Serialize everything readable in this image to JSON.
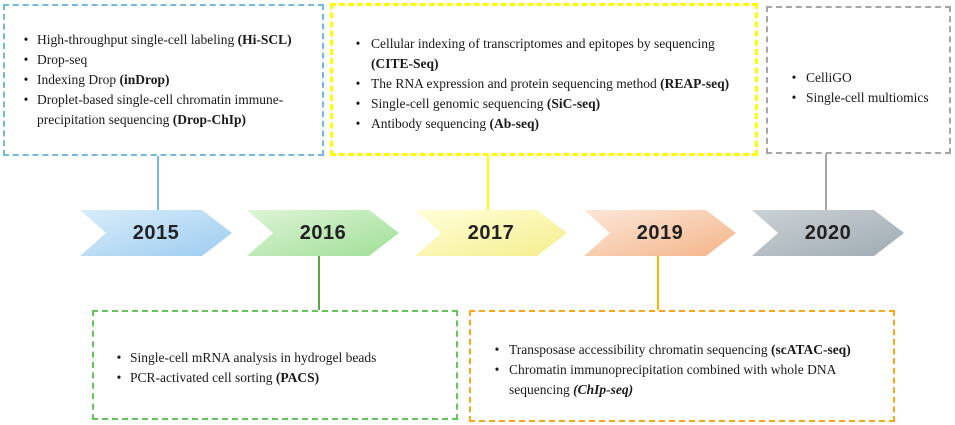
{
  "figure": {
    "background": "#ffffff",
    "bullet_char": "•",
    "text_color": "#1a1a1a"
  },
  "arrows": [
    {
      "year": "2015",
      "gradient_from": "#d9ecfa",
      "gradient_to": "#9dcdf0"
    },
    {
      "year": "2016",
      "gradient_from": "#def4d7",
      "gradient_to": "#a0df97"
    },
    {
      "year": "2017",
      "gradient_from": "#ffffd9",
      "gradient_to": "#f5ee8d"
    },
    {
      "year": "2019",
      "gradient_from": "#fce7d9",
      "gradient_to": "#f4b488"
    },
    {
      "year": "2020",
      "gradient_from": "#ccd2d6",
      "gradient_to": "#9fabb3"
    }
  ],
  "connectors": [
    {
      "for": "2015",
      "color": "#74b9e0"
    },
    {
      "for": "2016",
      "color": "#58a946"
    },
    {
      "for": "2017",
      "color": "#ffff00"
    },
    {
      "for": "2019",
      "color": "#ffb300"
    },
    {
      "for": "2020",
      "color": "#a6a6a6"
    }
  ],
  "boxes": [
    {
      "year_ref": "2015",
      "border_color": "#74b9e0",
      "items": [
        [
          {
            "t": "High-throughput single-cell labeling "
          },
          {
            "t": "(Hi-SCL)",
            "s": "b"
          }
        ],
        [
          {
            "t": "Drop-seq"
          }
        ],
        [
          {
            "t": "Indexing Drop "
          },
          {
            "t": "(inDrop)",
            "s": "b"
          }
        ],
        [
          {
            "t": "Droplet-based single-cell chromatin immune-precipitation sequencing "
          },
          {
            "t": "(Drop-ChIp)",
            "s": "b"
          }
        ]
      ]
    },
    {
      "year_ref": "2017",
      "border_color": "#ffff00",
      "items": [
        [
          {
            "t": "Cellular indexing of transcriptomes and epitopes by sequencing "
          },
          {
            "t": "(CITE-Seq)",
            "s": "b"
          }
        ],
        [
          {
            "t": "The RNA expression and protein sequencing method "
          },
          {
            "t": "(REAP-seq)",
            "s": "b"
          }
        ],
        [
          {
            "t": "Single-cell genomic sequencing "
          },
          {
            "t": "(SiC-seq)",
            "s": "b"
          }
        ],
        [
          {
            "t": "Antibody sequencing "
          },
          {
            "t": "(Ab-seq)",
            "s": "b"
          }
        ]
      ]
    },
    {
      "year_ref": "2020",
      "border_color": "#a6a6a6",
      "items": [
        [
          {
            "t": "CelliGO"
          }
        ],
        [
          {
            "t": "Single-cell multiomics"
          }
        ]
      ]
    },
    {
      "year_ref": "2016",
      "border_color": "#65c558",
      "items": [
        [
          {
            "t": "Single-cell mRNA analysis in hydrogel beads"
          }
        ],
        [
          {
            "t": "PCR-activated cell sorting "
          },
          {
            "t": "(PACS)",
            "s": "b"
          }
        ]
      ]
    },
    {
      "year_ref": "2019",
      "border_color": "#f9a61a",
      "items": [
        [
          {
            "t": "Transposase accessibility chromatin sequencing "
          },
          {
            "t": "(scATAC-seq)",
            "s": "b"
          }
        ],
        [
          {
            "t": "Chromatin immunoprecipitation combined with whole DNA sequencing "
          },
          {
            "t": "(ChIp-seq)",
            "s": "bi"
          }
        ]
      ]
    }
  ]
}
